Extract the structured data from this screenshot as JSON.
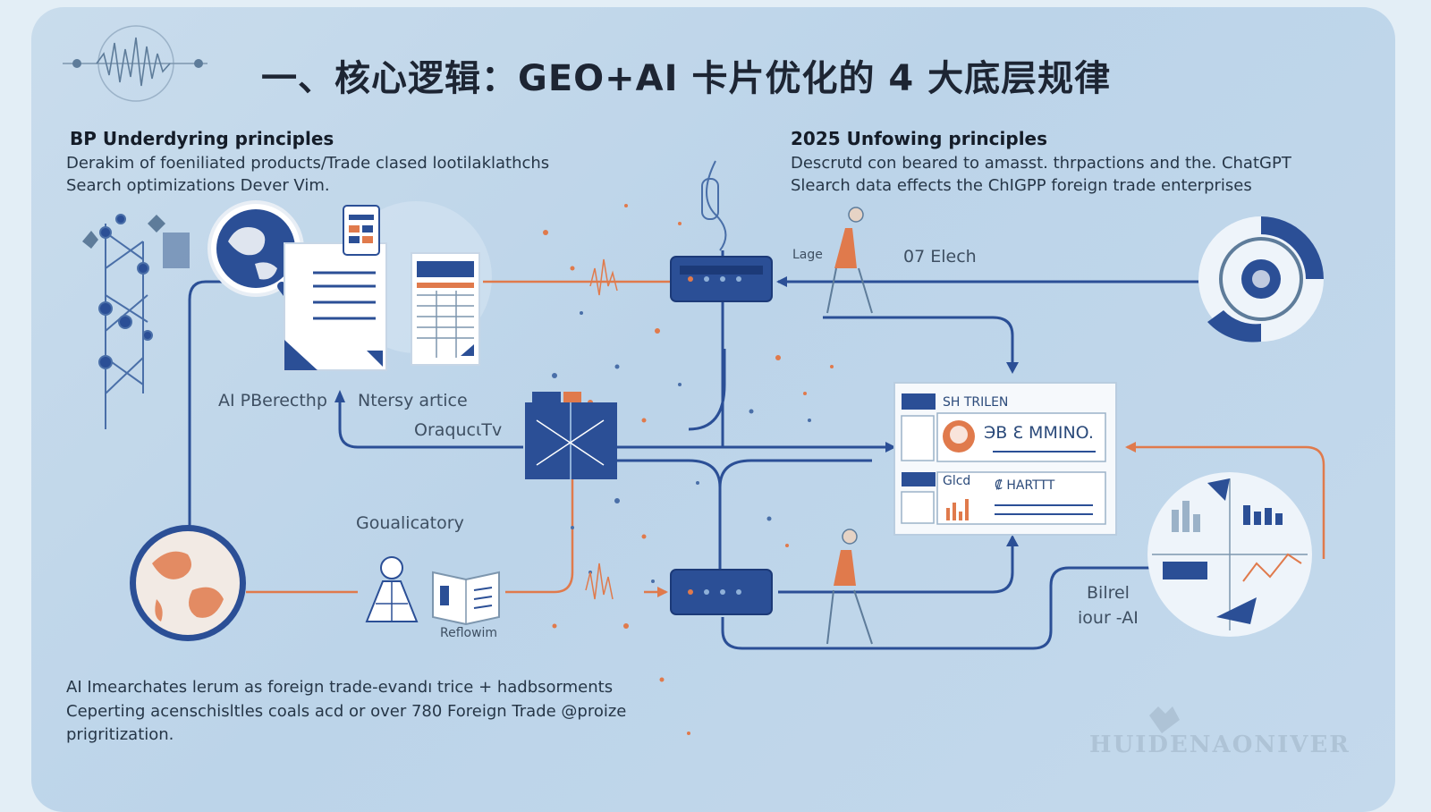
{
  "title": "一、核心逻辑：GEO+AI 卡片优化的 4 大底层规律",
  "left_block": {
    "heading": "BP Underdyring principles",
    "line1": "Derakim of foeniliated products/Trade clased lootilaklathchs",
    "line2": "Search optimizations Dever Vim."
  },
  "right_block": {
    "heading": "2025 Unfowing principles",
    "line1": "Descrᴜtd ᴄon beared to amasst. thrpactions and the. ChatGPT",
    "line2": "Slearch data effects the ChIGPP foreign trade enterprises"
  },
  "bottom_block": {
    "line1": "AI Imearchates lerum as foreign trade-evandı trice + hadbsorments",
    "line2": "Ceperting acenschisltles coals acd or over 780 Foreign Trade @proize",
    "line3": "prigritization."
  },
  "labels": {
    "ai_research": "AI PBerecthp",
    "ntersy": "Ntersy artice",
    "oraqucity": "OraqucιTv",
    "goualicatory": "Goualicatory",
    "reflowim": "Reflowim",
    "lage": "Lage",
    "elech": "07 Elech",
    "bilrel": "Bilrel",
    "iour_ai": "iour -AI"
  },
  "card": {
    "row1_tag": "SH TRILEN",
    "row1_text": "ЭB  Ɛ MMINO.",
    "row2_tag": "Glcd",
    "row2_text": "₡ HARTTT"
  },
  "watermark": "HUIDENAONIVER",
  "colors": {
    "navy": "#2b4f96",
    "orange": "#e07a4c",
    "light_blue": "#c4d9ec"
  }
}
